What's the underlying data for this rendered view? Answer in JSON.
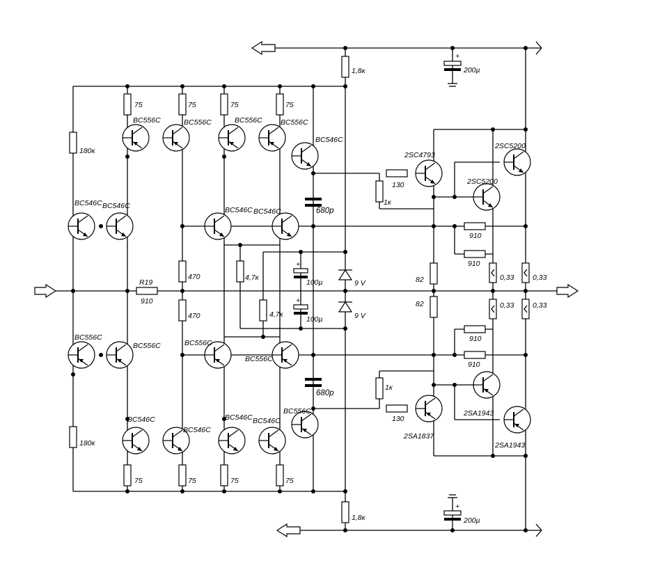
{
  "labels": {
    "q_tl_a": "BC556C",
    "q_tl_b": "BC556C",
    "q_tc_a": "BC556C",
    "q_tc_b": "BC556C",
    "q_vas_top": "BC546C",
    "q_ml_a": "BC546C",
    "q_ml_b": "BC546C",
    "q_mc_a": "BC546C",
    "q_mc_b": "BC546C",
    "q_ll_a": "BC556C",
    "q_ll_b": "BC556C",
    "q_lc_a": "BC556C",
    "q_lc_b": "BC556C",
    "q_bl_a": "BC546C",
    "q_bl_b": "BC546C",
    "q_bc_a": "BC546C",
    "q_bc_b": "BC546C",
    "q_vas_bot": "BC556C",
    "q_drv_top": "2SC4793",
    "q_out_top1": "2SC5200",
    "q_out_top2": "2SC5200",
    "q_drv_bot": "2SA1837",
    "q_out_bot1": "2SA1943",
    "q_out_bot2": "2SA1943",
    "r75": "75",
    "r180k": "180к",
    "r470": "470",
    "r4_7k": "4,7к",
    "r1_8k": "1,8к",
    "r130": "130",
    "r1k": "1к",
    "r910": "910",
    "r82": "82",
    "r0_33": "0,33",
    "r19_name": "R19",
    "r19_val": "910",
    "c680p": "680p",
    "c100u": "100µ",
    "c200u": "200µ",
    "z9v": "9 V",
    "plus": "+"
  }
}
